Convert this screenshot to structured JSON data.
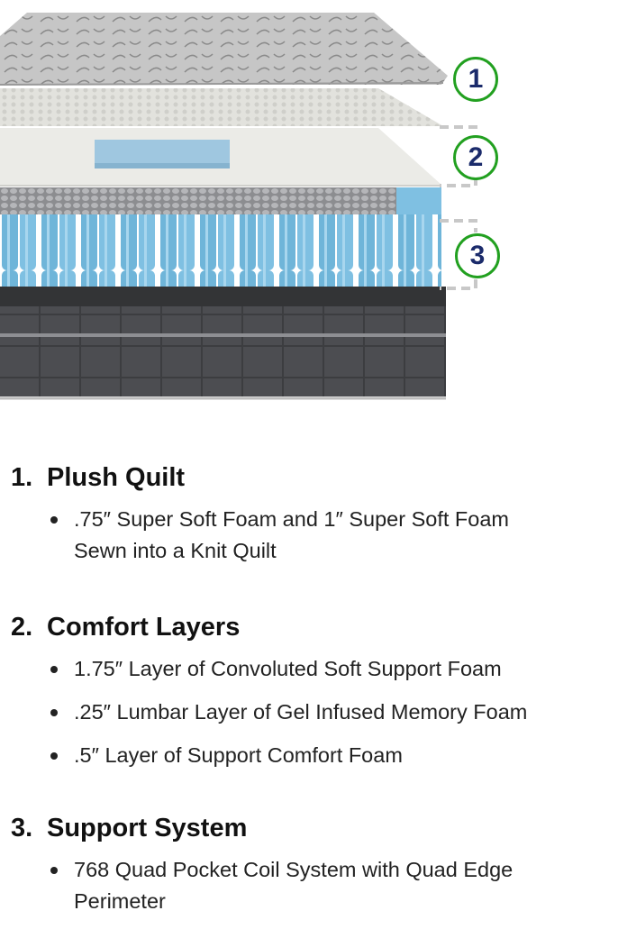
{
  "badges": [
    "1",
    "2",
    "3"
  ],
  "sections": [
    {
      "num": "1.",
      "title": "Plush Quilt",
      "items": [
        ".75″ Super Soft Foam and 1″ Super Soft Foam Sewn into a Knit Quilt"
      ]
    },
    {
      "num": "2.",
      "title": "Comfort Layers",
      "items": [
        "1.75″ Layer of Convoluted Soft Support Foam",
        ".25″ Lumbar Layer of Gel Infused Memory Foam",
        ".5″ Layer of Support Comfort Foam"
      ]
    },
    {
      "num": "3.",
      "title": "Support System",
      "items": [
        "768 Quad Pocket Coil System with Quad Edge Perimeter"
      ]
    }
  ],
  "colors": {
    "badge_ring": "#22a020",
    "badge_text": "#1b2b6b",
    "coil": "#6fb5d9",
    "gel": "#9fc7e0"
  }
}
